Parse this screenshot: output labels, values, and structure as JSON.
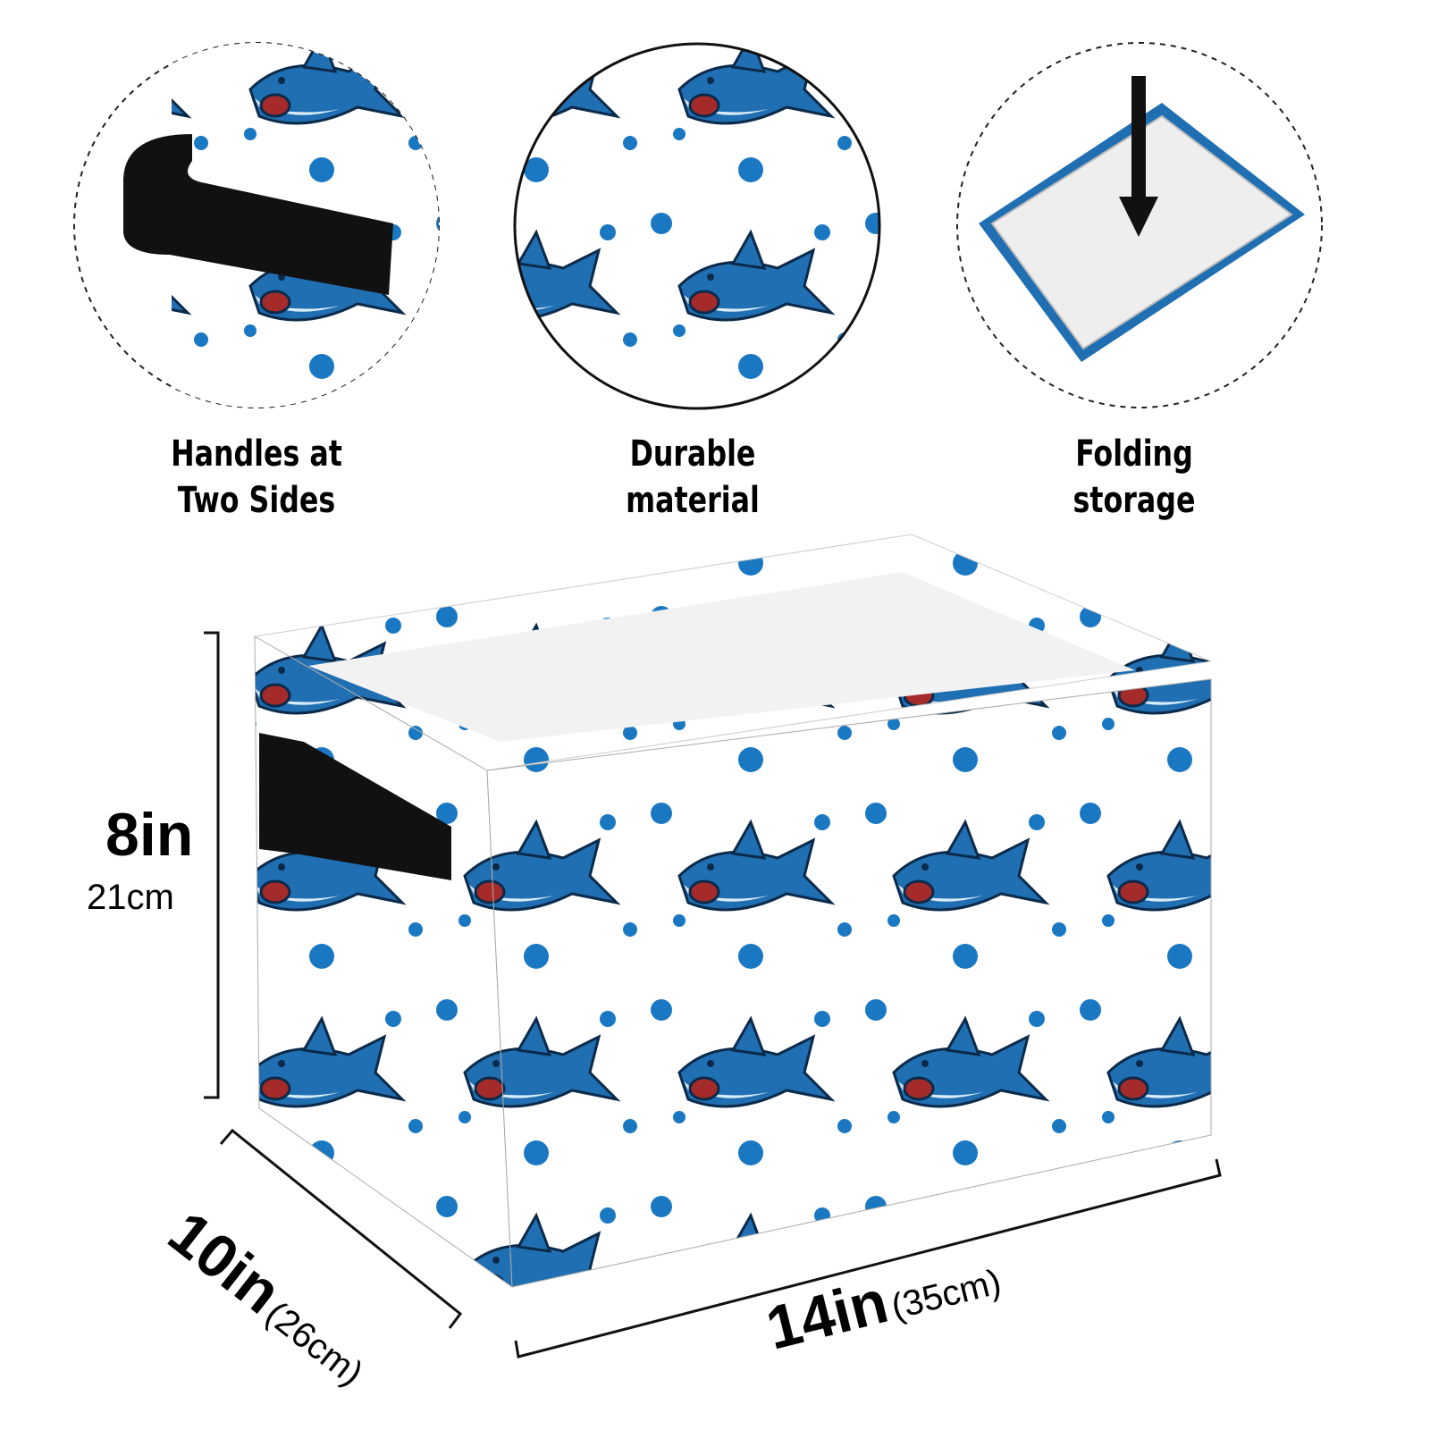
{
  "features": [
    {
      "label_line1": "Handles at",
      "label_line2": "Two Sides",
      "icon": "handle-closeup"
    },
    {
      "label_line1": "Durable",
      "label_line2": "material",
      "icon": "fabric-closeup"
    },
    {
      "label_line1": "Folding",
      "label_line2": "storage",
      "icon": "folding-arrow"
    }
  ],
  "dimensions": {
    "height_in": "8in",
    "height_cm": "21cm",
    "depth_in": "10in",
    "depth_cm": "(26cm)",
    "width_in": "14in",
    "width_cm": "(35cm)"
  },
  "colors": {
    "shark_blue": "#1f6fb2",
    "dot_blue": "#1a78c2",
    "belly": "#d9ecf7",
    "mouth": "#a52a2a",
    "handle": "#111111"
  }
}
